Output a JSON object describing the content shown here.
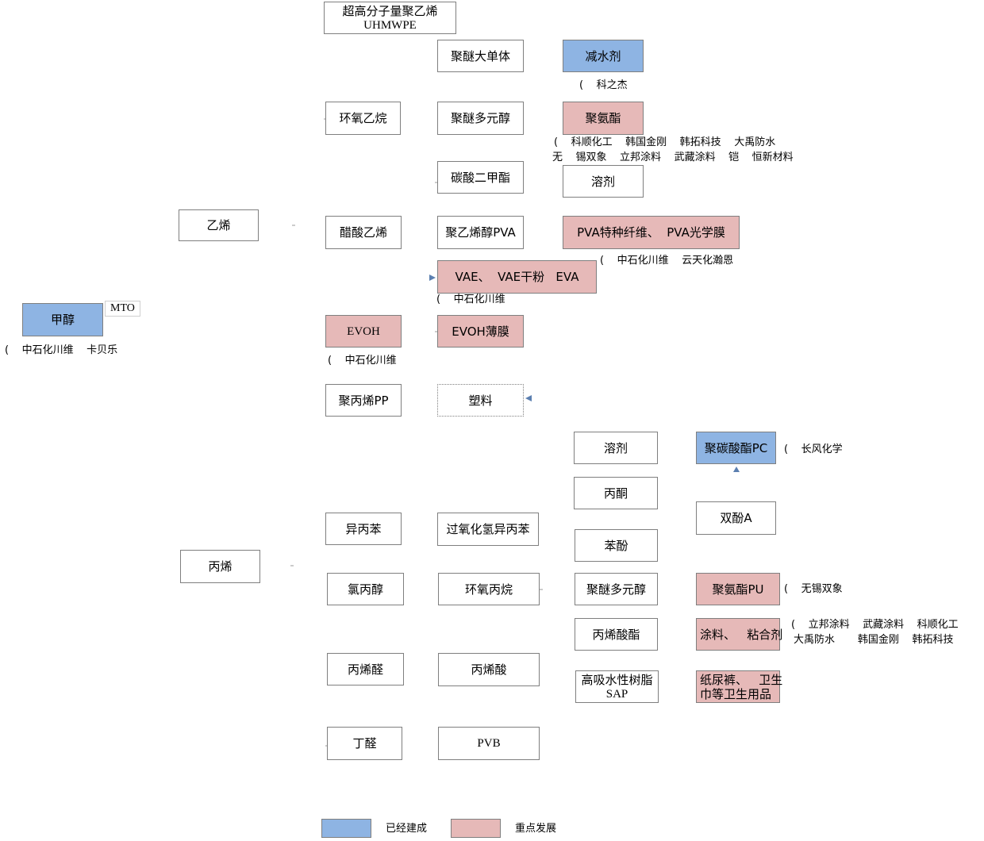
{
  "colors": {
    "built": "#8eb4e3",
    "key": "#e6b9b8"
  },
  "nodes": {
    "uhmwpe": {
      "line1": "超高分子量聚乙烯",
      "line2": "UHMWPE"
    },
    "polyether_monomer": "聚醚大单体",
    "water_reducer": "减水剂",
    "ethylene_oxide": "环氧乙烷",
    "polyether_polyol": "聚醚多元醇",
    "polyurethane": "聚氨酯",
    "dmc": "碳酸二甲酯",
    "solvent_top": "溶剂",
    "ethylene": "乙烯",
    "vinyl_acetate": "醋酸乙烯",
    "pva": "聚乙烯醇PVA",
    "pva_products": "PVA特种纤维、  PVA光学膜",
    "vae_products": "VAE、  VAE干粉   EVA",
    "methanol": "甲醇",
    "mto": "MTO",
    "evoh": "EVOH",
    "evoh_film": "EVOH薄膜",
    "pp": "聚丙烯PP",
    "plastic": "塑料",
    "solvent_bottom": "溶剂",
    "pc": "聚碳酸酯PC",
    "acetone": "丙酮",
    "bisphenol_a": "双酚A",
    "cumene": "异丙苯",
    "chp": "过氧化氢异丙苯",
    "phenol": "苯酚",
    "propylene": "丙烯",
    "epichlorohydrin": "氯丙醇",
    "propylene_oxide": "环氧丙烷",
    "polyether_polyol_2": "聚醚多元醇",
    "pu": "聚氨酯PU",
    "acrylate": "丙烯酸酯",
    "coatings": "涂料、   粘合剂",
    "acrolein": "丙烯醛",
    "acrylic_acid": "丙烯酸",
    "sap": {
      "line1": "高吸水性树脂",
      "line2": "SAP"
    },
    "hygiene": {
      "line1": "纸尿裤、   卫生",
      "line2": "巾等卫生用品"
    },
    "butyraldehyde": "丁醛",
    "pvb": "PVB"
  },
  "notes": {
    "water_reducer": "(    科之杰",
    "polyurethane_1": "(    科顺化工    韩国金刚    韩拓科技    大禹防水",
    "polyurethane_2": "无    锡双象    立邦涂料    武藏涂料    铠    恒新材料",
    "pva_products": "(    中石化川维    云天化瀚恩",
    "vae_products": "(    中石化川维",
    "methanol": "(    中石化川维    卡贝乐",
    "evoh": "(    中石化川维",
    "pc": "(    长风化学",
    "pu": "(    无锡双象",
    "coatings_1": "(    立邦涂料    武藏涂料    科顺化工",
    "coatings_2": "大禹防水       韩国金刚    韩拓科技"
  },
  "legend": {
    "built_label": "已经建成",
    "key_label": "重点发展"
  }
}
